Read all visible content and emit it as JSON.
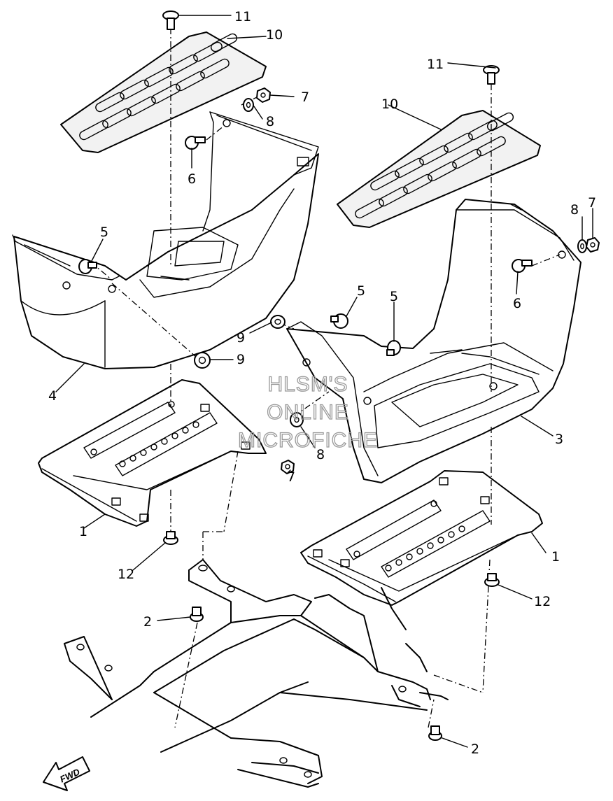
{
  "callouts": {
    "c1_left": "1",
    "c1_right": "1",
    "c2_upper": "2",
    "c2_lower": "2",
    "c3": "3",
    "c4": "4",
    "c5_left": "5",
    "c5_mid": "5",
    "c5_right": "5",
    "c6_left": "6",
    "c6_right": "6",
    "c7_left_top": "7",
    "c7_center": "7",
    "c7_right": "7",
    "c8_left_top": "8",
    "c8_center": "8",
    "c8_right": "8",
    "c9_upper": "9",
    "c9_lower": "9",
    "c10_left": "10",
    "c10_right": "10",
    "c11_left": "11",
    "c11_right": "11",
    "c12_left": "12",
    "c12_right": "12"
  },
  "watermark": {
    "line1": "HLSM'S",
    "line2": "ONLINE",
    "line3": "MICROFICHE"
  },
  "fwd_label": "FWD"
}
